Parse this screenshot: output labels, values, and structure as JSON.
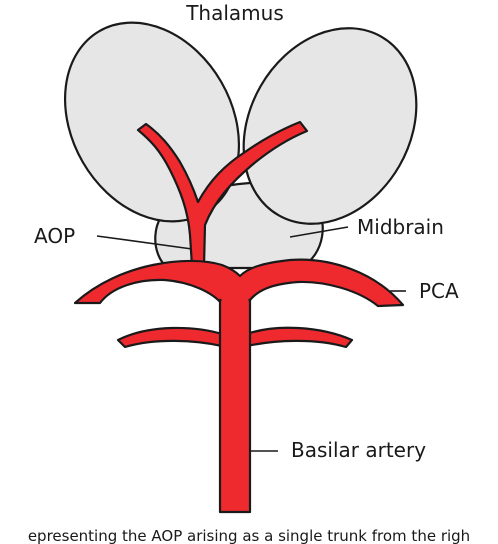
{
  "labels": {
    "thalamus": "Thalamus",
    "aop": "AOP",
    "midbrain": "Midbrain",
    "pca": "PCA",
    "basilar": "Basilar artery"
  },
  "caption": "epresenting the AOP arising as a single trunk from the righ",
  "colors": {
    "artery": "#ee2a2f",
    "brain": "#e6e6e6",
    "outline": "#1a1a1a"
  }
}
